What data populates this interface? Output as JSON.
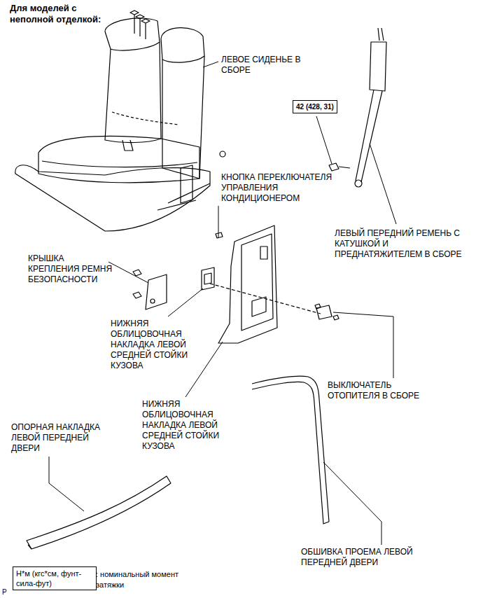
{
  "diagram": {
    "title": "Для моделей с неполной отделкой:",
    "nodes": [
      {
        "text": [
          "42 (428, 31)"
        ]
      },
      {
        "text": [
          "Н*м (кгс*см, фунт-сила-фут)"
        ]
      }
    ],
    "labels": [
      "ЛЕВОЕ СИДЕНЬЕ В СБОРЕ",
      "КНОПКА ПЕРЕКЛЮЧАТЕЛЯ УПРАВЛЕНИЯ КОНДИЦИОНЕРОМ",
      "ЛЕВЫЙ ПЕРЕДНИЙ РЕМЕНЬ С КАТУШКОЙ И ПРЕДНАТЯЖИТЕЛЕМ В СБОРЕ",
      "КРЫШКА КРЕПЛЕНИЯ РЕМНЯ БЕЗОПАСНОСТИ",
      "НИЖНЯЯ ОБЛИЦОВОЧНАЯ НАКЛАДКА ЛЕВОЙ СРЕДНЕЙ СТОЙКИ КУЗОВА",
      "ВЫКЛЮЧАТЕЛЬ ОТОПИТЕЛЯ В СБОРЕ",
      "НИЖНЯЯ ОБЛИЦОВОЧНАЯ НАКЛАДКА ЛЕВОЙ СРЕДНЕЙ СТОЙКИ КУЗОВА",
      "ОПОРНАЯ НАКЛАДКА ЛЕВОЙ ПЕРЕДНЕЙ ДВЕРИ",
      "ОБШИВКА ПРОЕМА ЛЕВОЙ ПЕРЕДНЕЙ ДВЕРИ",
      ": номинальный момент затяжки",
      "P"
    ]
  }
}
